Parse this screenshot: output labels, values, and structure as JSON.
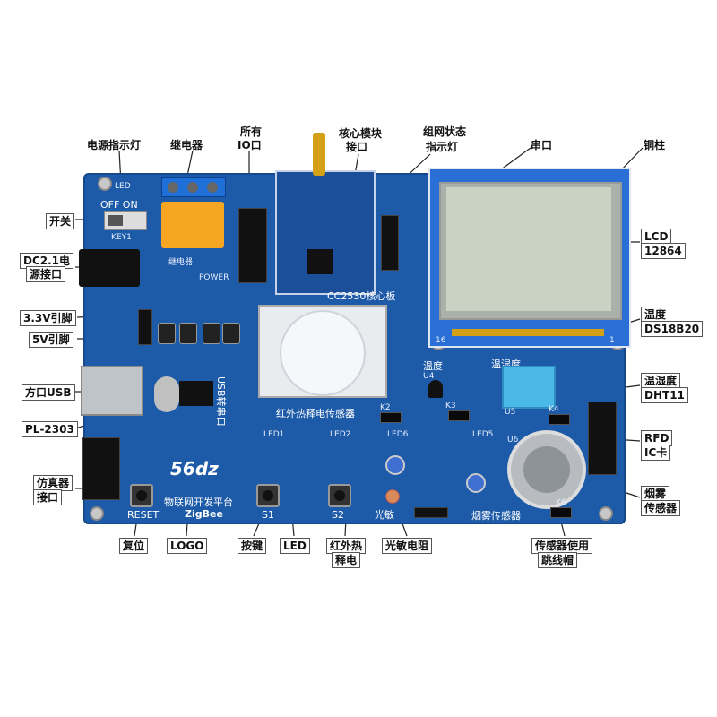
{
  "labels": {
    "power_led": "电源指示灯",
    "relay": "继电器",
    "all_io_1": "所有",
    "all_io_2": "IO口",
    "core_module_1": "核心模块",
    "core_module_2": "接口",
    "network_led_1": "组网状态",
    "network_led_2": "指示灯",
    "serial": "串口",
    "copper_pillar": "铜柱",
    "switch": "开关",
    "dc_1": "DC2.1电",
    "dc_2": "源接口",
    "v33": "3.3V引脚",
    "v5": "5V引脚",
    "lcd_1": "LCD",
    "lcd_2": "12864",
    "temp_1": "温度",
    "temp_2": "DS18B20",
    "usb_b": "方口USB",
    "hum_1": "温湿度",
    "hum_2": "DHT11",
    "pl2303": "PL-2303",
    "rfid_1": "RFD",
    "rfid_2": "IC卡",
    "emulator_1": "仿真器",
    "emulator_2": "接口",
    "smoke_1": "烟雾",
    "smoke_2": "传感器",
    "reset": "复位",
    "logo": "LOGO",
    "key": "按键",
    "led": "LED",
    "pir_1": "红外热",
    "pir_2": "释电",
    "photo": "光敏电阻",
    "jumper_1": "传感器使用",
    "jumper_2": "跳线帽"
  },
  "silk": {
    "off_on": "OFF  ON",
    "key1": "KEY1",
    "relay_board": "继电器",
    "power": "POWER",
    "cc2530": "CC2530核心板",
    "usb_serial": "USB转串口",
    "pir_sensor": "红外热释电传感器",
    "temp": "温度",
    "humidity": "温湿度",
    "light": "光敏",
    "smoke_sensor": "烟雾传感器",
    "reset": "RESET",
    "platform": "物联网开发平台",
    "zigbee": "ZigBee",
    "brand": "56dz",
    "s1": "S1",
    "s2": "S2",
    "led1": "LED1",
    "led2": "LED2",
    "led5": "LED5",
    "led6": "LED6",
    "led_top": "LED",
    "u4": "U4",
    "u5": "U5",
    "u6": "U6",
    "k2": "K2",
    "k3": "K3",
    "k4": "K4",
    "k6": "K6",
    "lcd_pins_left": "16",
    "lcd_pins_right": "1"
  },
  "colors": {
    "board": "#1d5aa8",
    "lcd_screen": "#c9d3c4",
    "lcd_frame": "#2a6fd6",
    "relay": "#f6a623",
    "terminal": "#1f6fd8",
    "dht": "#4ab8e8",
    "antenna": "#d4a017",
    "leader": "#222222"
  }
}
